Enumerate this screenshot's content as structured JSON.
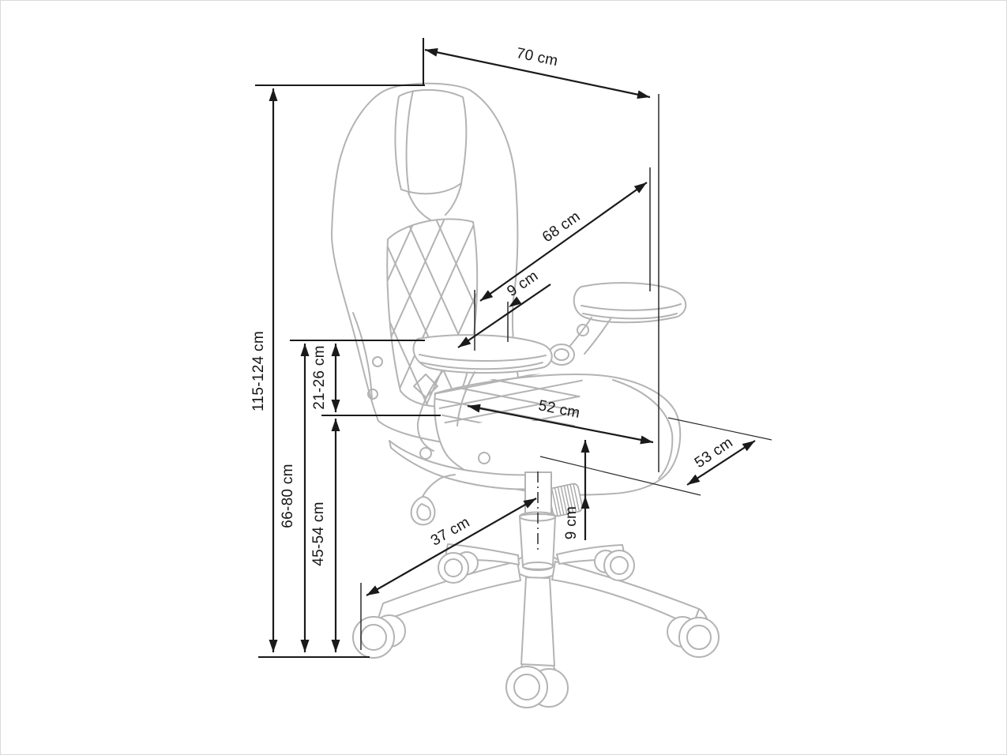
{
  "diagram": {
    "type": "product-dimension-drawing",
    "subject": "swivel office / gaming chair, side view line art with measurements",
    "unit": "cm",
    "labels": {
      "overall_width": "70 cm",
      "backrest_length": "68 cm",
      "backrest_thickness": "9 cm",
      "overall_height": "115-124 cm",
      "seat_to_armrest": "21-26 cm",
      "floor_to_armrest": "66-80 cm",
      "seat_height": "45-54 cm",
      "seat_depth": "52 cm",
      "seat_width": "53 cm",
      "base_leg_length": "37 cm",
      "seat_cushion_thickness": "9 cm"
    },
    "colors": {
      "dimension_lines": "#1a1a1a",
      "chair_artwork": "#b3b3b3",
      "background": "#ffffff"
    }
  }
}
